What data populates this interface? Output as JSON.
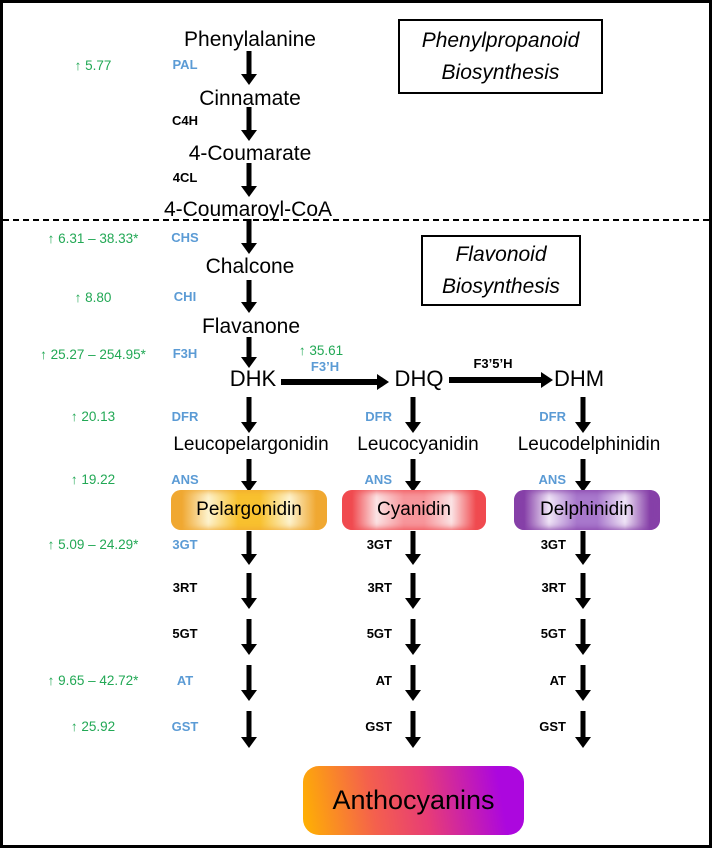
{
  "colors": {
    "fold_green": "#22A855",
    "enzyme_blue": "#5B9BD5",
    "pel_edge": "#F0A832",
    "pel_light": "#FDF3CE",
    "pel_mid": "#F8C12F",
    "cyn_edge": "#F04B50",
    "cyn_light": "#FBE3E4",
    "cyn_mid": "#F7969B",
    "del_edge": "#8640A8",
    "del_light": "#EFE4F6",
    "del_mid": "#A878CC",
    "antho_1": "#FFB300",
    "antho_2": "#F4604D",
    "antho_3": "#E73C77",
    "antho_4": "#AC07DE"
  },
  "section_titles": {
    "phenylpropanoid": {
      "line1": "Phenylpropanoid",
      "line2": "Biosynthesis"
    },
    "flavonoid": {
      "line1": "Flavonoid",
      "line2": "Biosynthesis"
    }
  },
  "metabolites": {
    "phenylalanine": "Phenylalanine",
    "cinnamate": "Cinnamate",
    "coumarate": "4-Coumarate",
    "coumaroyl_coa": "4-Coumaroyl-CoA",
    "chalcone": "Chalcone",
    "flavanone": "Flavanone",
    "dhk": "DHK",
    "dhq": "DHQ",
    "dhm": "DHM",
    "leucopelargonidin": "Leucopelargonidin",
    "leucocyanidin": "Leucocyanidin",
    "leucodelphinidin": "Leucodelphinidin",
    "pelargonidin": "Pelargonidin",
    "cyanidin": "Cyanidin",
    "delphinidin": "Delphinidin",
    "anthocyanins": "Anthocyanins"
  },
  "enzymes": {
    "pal": "PAL",
    "c4h": "C4H",
    "cl4": "4CL",
    "chs": "CHS",
    "chi": "CHI",
    "f3h": "F3H",
    "f3ph": "F3’H",
    "f35ph": "F3’5’H",
    "dfr": "DFR",
    "ans": "ANS",
    "gt3": "3GT",
    "rt3": "3RT",
    "gt5": "5GT",
    "at": "AT",
    "gst": "GST"
  },
  "fold_changes": {
    "pal": "↑ 5.77",
    "chs": "↑ 6.31 – 38.33*",
    "chi": "↑ 8.80",
    "f3h": "↑ 25.27 – 254.95*",
    "f3ph": "↑ 35.61",
    "dfr": "↑ 20.13",
    "ans": "↑ 19.22",
    "gt3": "↑ 5.09 – 24.29*",
    "at": "↑ 9.65 – 42.72*",
    "gst": "↑ 25.92"
  }
}
